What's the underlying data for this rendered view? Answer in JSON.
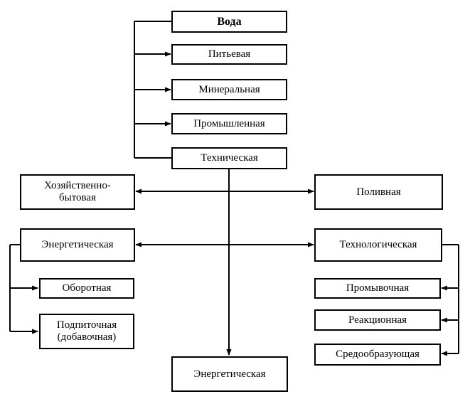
{
  "nodes": {
    "voda": "Вода",
    "pitevaya": "Питьевая",
    "mineralnaya": "Минеральная",
    "promyshlennaya": "Промышленная",
    "tekhnicheskaya": "Техническая",
    "khozyaistvenno": "Хозяйственно-\nбытовая",
    "polivnaya": "Поливная",
    "energeticheskaya_left": "Энергетическая",
    "tekhnologicheskaya": "Технологическая",
    "oborotnaya": "Оборотная",
    "podpitochnaya": "Подпиточная\n(добавочная)",
    "promyvochnaya": "Промывочная",
    "reaktsionnaya": "Реакционная",
    "sredoobrazuyushchaya": "Средообразующая",
    "energeticheskaya_bottom": "Энергетическая"
  }
}
